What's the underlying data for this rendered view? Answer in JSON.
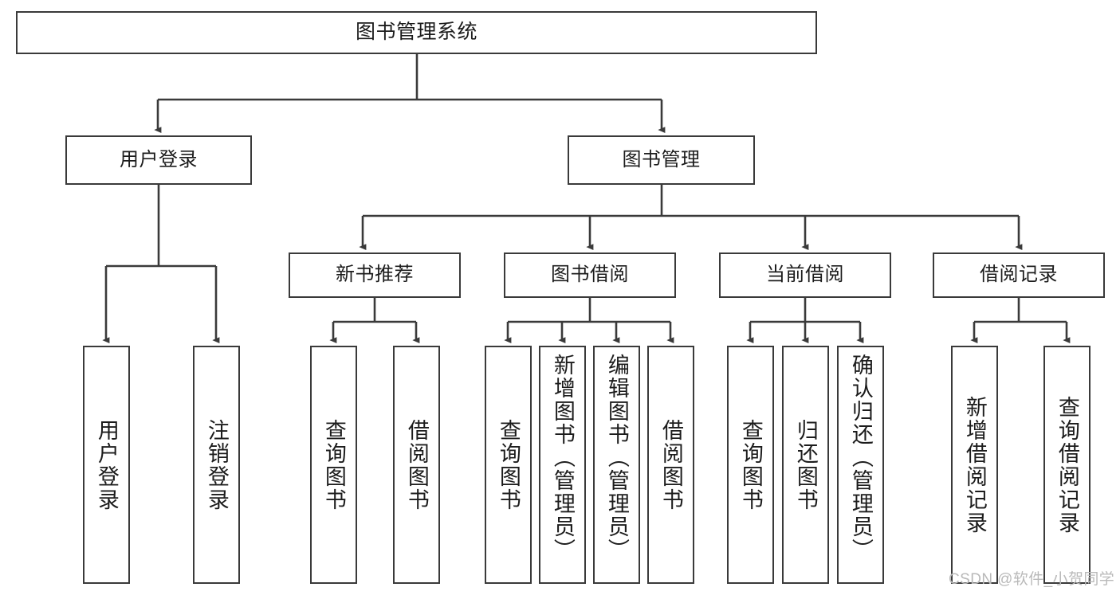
{
  "diagram": {
    "title": "图书管理系统",
    "type": "tree-hierarchy",
    "colors": {
      "node_border": "#3a3a3a",
      "node_fill": "#ffffff",
      "edge": "#3a3a3a",
      "text": "#1c1c1c",
      "watermark": "#b9b9b9",
      "background": "#ffffff"
    },
    "root": {
      "label": "图书管理系统"
    },
    "level2": [
      {
        "label": "用户登录"
      },
      {
        "label": "图书管理"
      }
    ],
    "level3": [
      {
        "label": "新书推荐"
      },
      {
        "label": "图书借阅"
      },
      {
        "label": "当前借阅"
      },
      {
        "label": "借阅记录"
      }
    ],
    "leaves": {
      "user_login": [
        {
          "label": "用户登录"
        },
        {
          "label": "注销登录"
        }
      ],
      "new_book": [
        {
          "label": "查询图书"
        },
        {
          "label": "借阅图书"
        }
      ],
      "book_borrow": [
        {
          "label": "查询图书"
        },
        {
          "label": "新增图书（管理员）"
        },
        {
          "label": "编辑图书（管理员）"
        },
        {
          "label": "借阅图书"
        }
      ],
      "current_borrow": [
        {
          "label": "查询图书"
        },
        {
          "label": "归还图书"
        },
        {
          "label": "确认归还（管理员）"
        }
      ],
      "borrow_record": [
        {
          "label": "新增借阅记录"
        },
        {
          "label": "查询借阅记录"
        }
      ]
    }
  },
  "watermark": {
    "text": "CSDN @软件_小贺同学"
  }
}
